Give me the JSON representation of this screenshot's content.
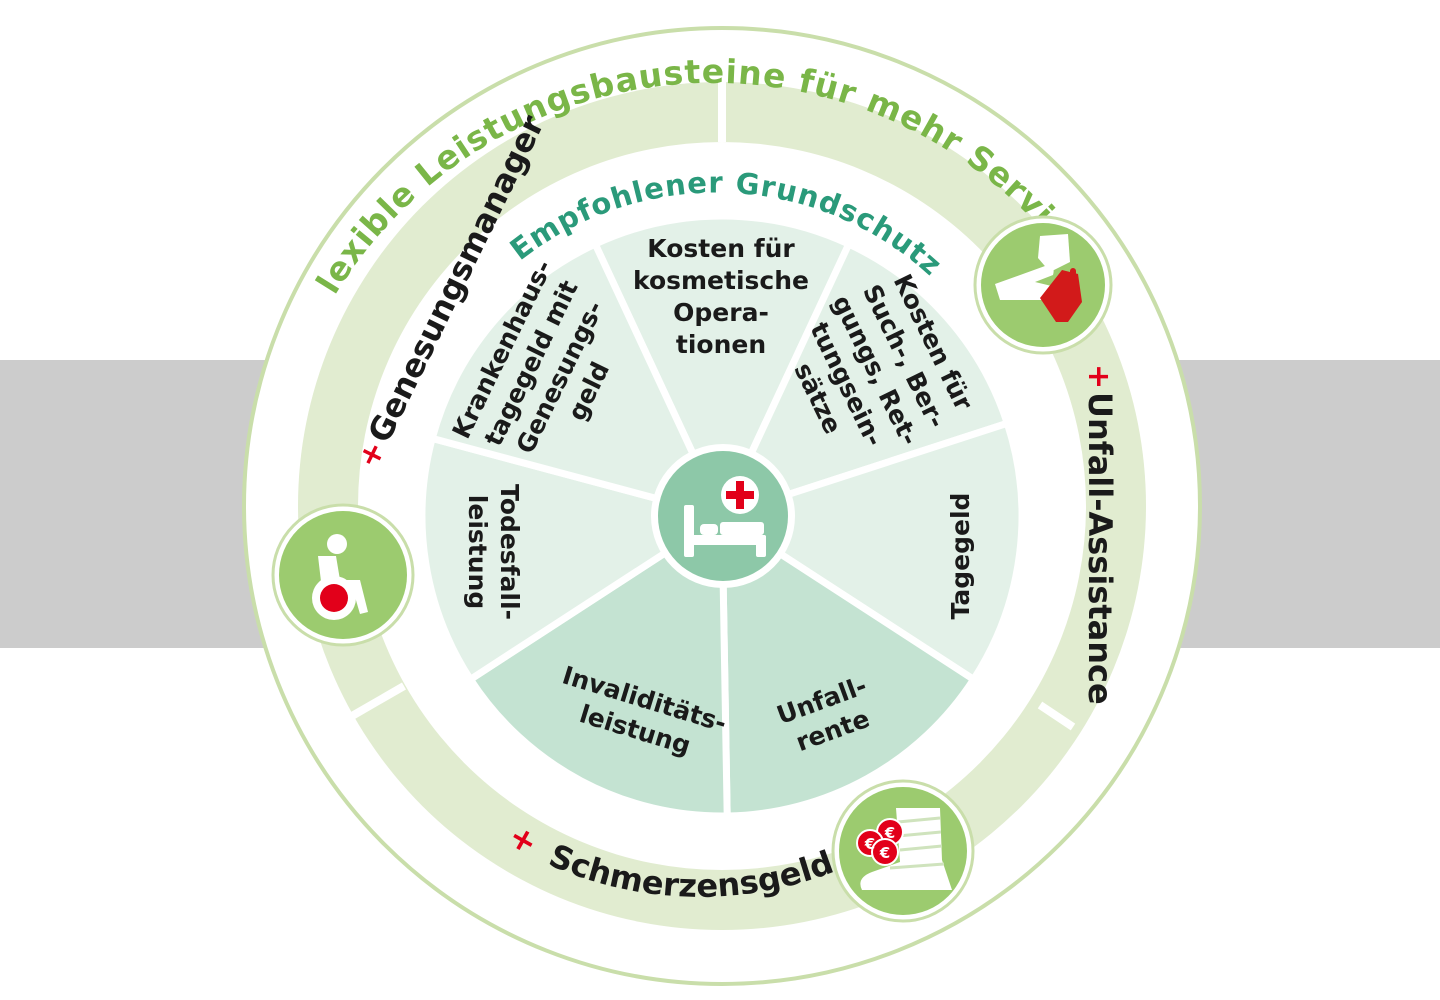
{
  "outer_title": "Flexible Leistungsbausteine für mehr Service",
  "inner_title": "Empfohlener Grundschutz",
  "addons": [
    {
      "plus": "+",
      "label": "Genesungsmanager"
    },
    {
      "plus": "+",
      "label": "Unfall-Assistance"
    },
    {
      "plus": "+",
      "label": "Schmerzensgeld"
    }
  ],
  "segments": [
    {
      "lines": [
        "Kosten für",
        "kosmetische",
        "Opera-",
        "tionen"
      ]
    },
    {
      "lines": [
        "Kosten für",
        "Such-, Ber-",
        "gungs, Ret-",
        "tungsein-",
        "sätze"
      ]
    },
    {
      "lines": [
        "Tagegeld"
      ]
    },
    {
      "lines": [
        "Unfall-",
        "rente"
      ]
    },
    {
      "lines": [
        "Invaliditäts-",
        "leistung"
      ]
    },
    {
      "lines": [
        "Todesfall-",
        "leistung"
      ]
    },
    {
      "lines": [
        "Krankenhaus-",
        "tagegeld mit",
        "Genesungs-",
        "geld"
      ]
    }
  ],
  "icons": {
    "center": "hospital-bed-icon",
    "genesungsmanager": "wheelchair-icon",
    "unfall_assistance": "helping-hands-icon",
    "schmerzensgeld": "bandaged-foot-euro-icon"
  },
  "colors": {
    "outer_ring": "#e1ecd0",
    "outer_title": "#7ab648",
    "inner_title": "#2a9a7a",
    "segment_light": "#e3f1e8",
    "segment_dark": "#c4e3d2",
    "center": "#8dc8a8",
    "icon_badge": "#9ccb6f",
    "plus": "#e2001a",
    "band": "#cccccc",
    "text": "#1a1a1a"
  }
}
